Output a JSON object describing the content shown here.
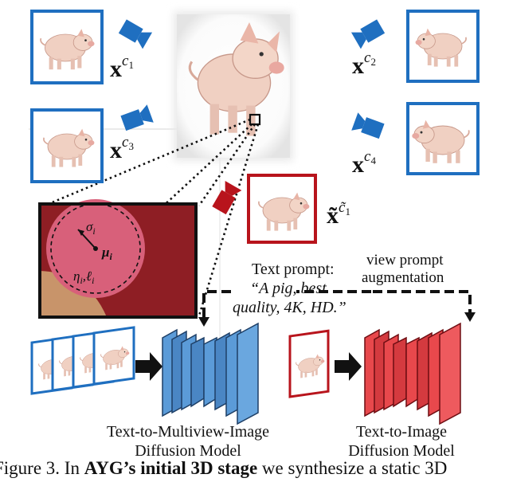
{
  "colors": {
    "blue": "#1f6fc0",
    "red": "#b8141c",
    "blue_fill": "#5b9bd8",
    "red_fill": "#e8484c",
    "pig_skin": "#f0d0c2",
    "gaussian_bg": "#8e1e24",
    "gaussian_pink": "#d8607a",
    "gaussian_tan": "#c8946a"
  },
  "views": {
    "c1": {
      "base": "x",
      "sup": "c",
      "sub": "1"
    },
    "c2": {
      "base": "x",
      "sup": "c",
      "sub": "2"
    },
    "c3": {
      "base": "x",
      "sup": "c",
      "sub": "3"
    },
    "c4": {
      "base": "x",
      "sup": "c",
      "sub": "4"
    },
    "aug": {
      "base": "x̃",
      "sup": "c̃",
      "sub": "1"
    }
  },
  "gaussian": {
    "sigma": "σ",
    "sigma_sub": "i",
    "mu": "μ",
    "mu_sub": "i",
    "eta": "η",
    "eta_sub": "i",
    "ell": "ℓ",
    "ell_sub": "i",
    "comma": ","
  },
  "text_prompt": {
    "heading": "Text prompt:",
    "line1": "“A pig, best",
    "line2": "quality, 4K, HD.”"
  },
  "view_prompt": {
    "line1": "view prompt",
    "line2": "augmentation"
  },
  "models": {
    "mv_line1": "Text-to-Multiview-Image",
    "mv_line2": "Diffusion Model",
    "t2i_line1": "Text-to-Image",
    "t2i_line2": "Diffusion Model"
  },
  "caption": {
    "prefix": "Figure 3.  In ",
    "bold": "AYG’s initial 3D stage",
    "suffix": " we synthesize a static 3D"
  }
}
